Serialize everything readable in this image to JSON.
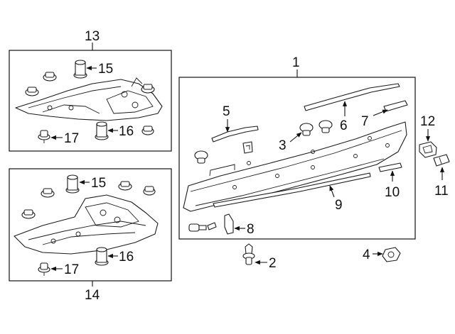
{
  "callouts": {
    "c1": "1",
    "c2": "2",
    "c3": "3",
    "c4": "4",
    "c5": "5",
    "c6": "6",
    "c7": "7",
    "c8": "8",
    "c9": "9",
    "c10": "10",
    "c11": "11",
    "c12": "12",
    "c13": "13",
    "c14": "14",
    "c15a": "15",
    "c15b": "15",
    "c16a": "16",
    "c16b": "16",
    "c17a": "17",
    "c17b": "17"
  }
}
